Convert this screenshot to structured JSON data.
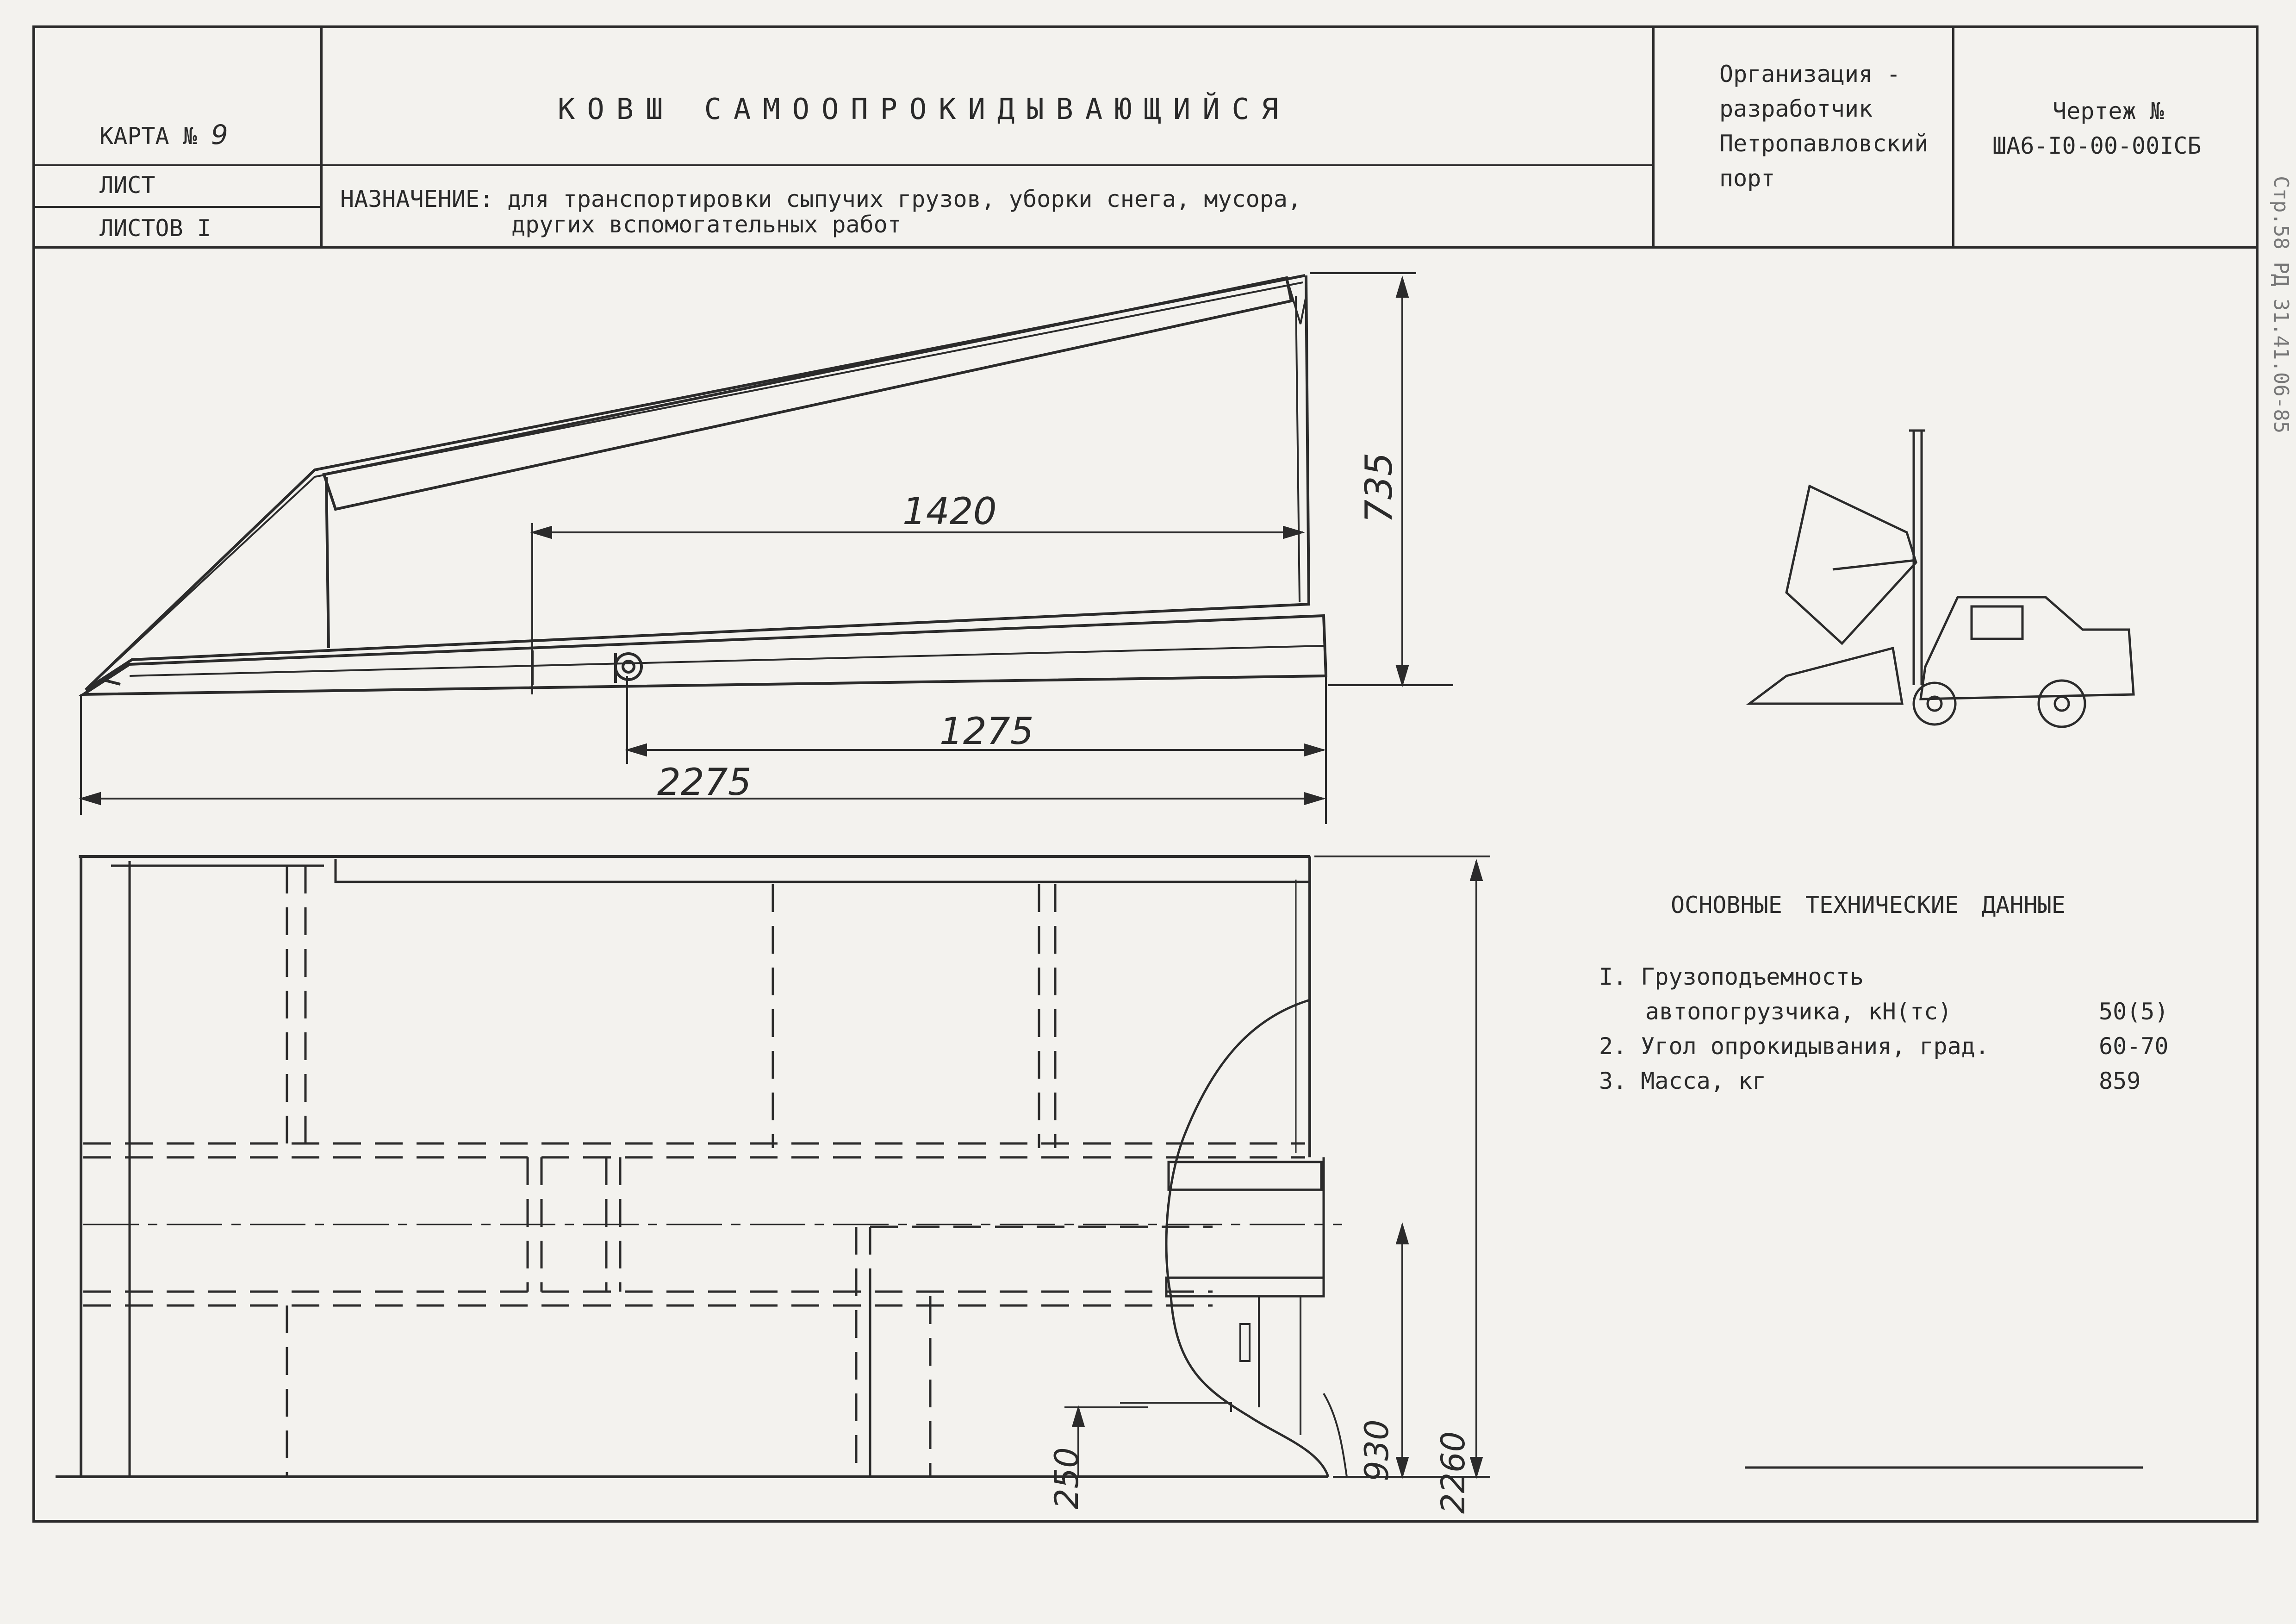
{
  "title_block": {
    "card_label": "КАРТА №",
    "card_number": "9",
    "title": "КОВШ САМООПРОКИДЫВАЮЩИЙСЯ",
    "sheet_label": "ЛИСТ",
    "sheets_label": "ЛИСТОВ I",
    "purpose_line1": "НАЗНАЧЕНИЕ: для транспортировки сыпучих грузов, уборки снега, мусора,",
    "purpose_line2": "других вспомогательных работ",
    "org_line1": "Организация -",
    "org_line2": "разработчик",
    "org_line3": "Петропавловский",
    "org_line4": "порт",
    "drawing_label": "Чертеж №",
    "drawing_number": "ША6-I0-00-00IСБ"
  },
  "margin_note": "Стр.58 РД 31.41.06-85",
  "dimensions": {
    "d1420": "1420",
    "d735": "735",
    "d1275": "1275",
    "d2275": "2275",
    "d250": "250",
    "d930": "930",
    "d2260": "2260"
  },
  "specs": {
    "heading": "ОСНОВНЫЕ ТЕХНИЧЕСКИЕ ДАННЫЕ",
    "items": [
      {
        "label": "I. Грузоподъемность",
        "label2": "автопогрузчика, кН(тс)",
        "value": "50(5)"
      },
      {
        "label": "2. Угол опрокидывания, град.",
        "value": "60-70"
      },
      {
        "label": "3. Масса, кг",
        "value": "859"
      }
    ]
  }
}
